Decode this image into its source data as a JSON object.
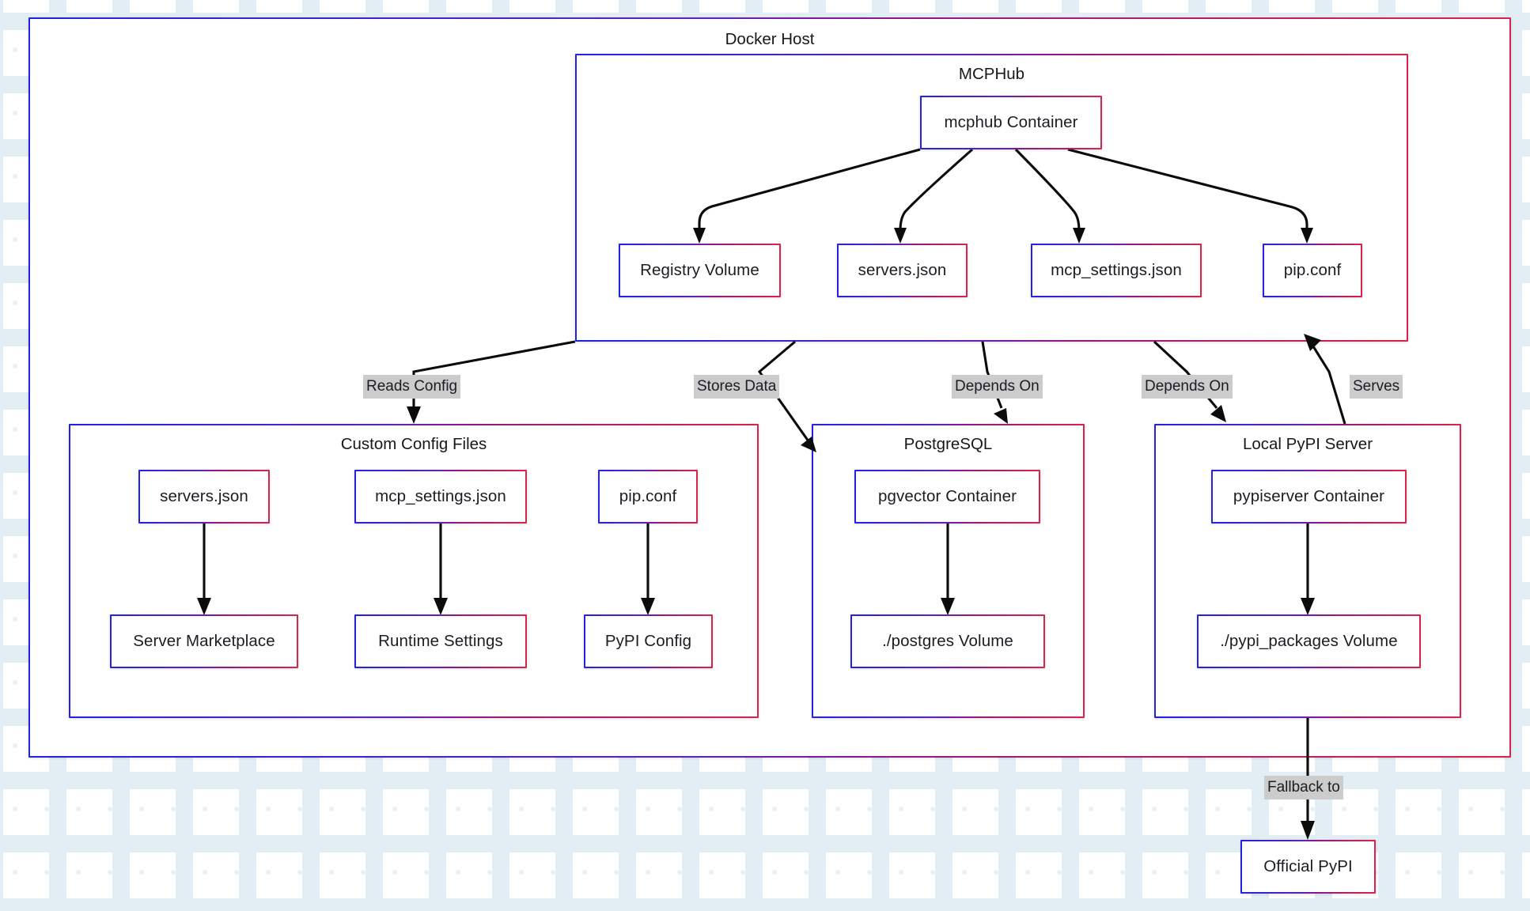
{
  "diagram": {
    "type": "flowchart",
    "background_pattern": "dot-plus-grid",
    "colors": {
      "border_gradient_start": "#2222e0",
      "border_gradient_end": "#d8244a",
      "edge_stroke": "#0b0b0b",
      "edge_label_bg": "#cccccc",
      "node_fill": "#ffffff",
      "grid_dot": "#e6f1f6"
    }
  },
  "clusters": {
    "docker_host": {
      "title": "Docker Host"
    },
    "mcphub": {
      "title": "MCPHub"
    },
    "custom_config_files": {
      "title": "Custom Config Files"
    },
    "postgresql": {
      "title": "PostgreSQL"
    },
    "local_pypi_server": {
      "title": "Local PyPI Server"
    }
  },
  "nodes": {
    "mcphub_container": "mcphub Container",
    "registry_volume": "Registry Volume",
    "servers_json_hub": "servers.json",
    "mcp_settings_json_hub": "mcp_settings.json",
    "pip_conf_hub": "pip.conf",
    "servers_json_cfg": "servers.json",
    "mcp_settings_json_cfg": "mcp_settings.json",
    "pip_conf_cfg": "pip.conf",
    "server_marketplace": "Server Marketplace",
    "runtime_settings": "Runtime Settings",
    "pypi_config": "PyPI Config",
    "pgvector_container": "pgvector Container",
    "postgres_volume": "./postgres Volume",
    "pypiserver_container": "pypiserver Container",
    "pypi_packages_volume": "./pypi_packages Volume",
    "official_pypi": "Official PyPI"
  },
  "edge_labels": {
    "reads_config": "Reads Config",
    "stores_data": "Stores Data",
    "depends_on_pg": "Depends On",
    "depends_on_pypi": "Depends On",
    "serves": "Serves",
    "fallback_to": "Fallback to"
  },
  "edges": [
    {
      "from": "mcphub_container",
      "to": "registry_volume",
      "label": ""
    },
    {
      "from": "mcphub_container",
      "to": "servers_json_hub",
      "label": ""
    },
    {
      "from": "mcphub_container",
      "to": "mcp_settings_json_hub",
      "label": ""
    },
    {
      "from": "mcphub_container",
      "to": "pip_conf_hub",
      "label": ""
    },
    {
      "from": "mcphub",
      "to": "custom_config_files",
      "label": "Reads Config"
    },
    {
      "from": "mcphub",
      "to": "postgresql",
      "label": "Stores Data"
    },
    {
      "from": "mcphub",
      "to": "postgresql",
      "label": "Depends On"
    },
    {
      "from": "mcphub",
      "to": "local_pypi_server",
      "label": "Depends On"
    },
    {
      "from": "local_pypi_server",
      "to": "mcphub",
      "label": "Serves"
    },
    {
      "from": "servers_json_cfg",
      "to": "server_marketplace",
      "label": ""
    },
    {
      "from": "mcp_settings_json_cfg",
      "to": "runtime_settings",
      "label": ""
    },
    {
      "from": "pip_conf_cfg",
      "to": "pypi_config",
      "label": ""
    },
    {
      "from": "pgvector_container",
      "to": "postgres_volume",
      "label": ""
    },
    {
      "from": "pypiserver_container",
      "to": "pypi_packages_volume",
      "label": ""
    },
    {
      "from": "local_pypi_server",
      "to": "official_pypi",
      "label": "Fallback to"
    }
  ]
}
